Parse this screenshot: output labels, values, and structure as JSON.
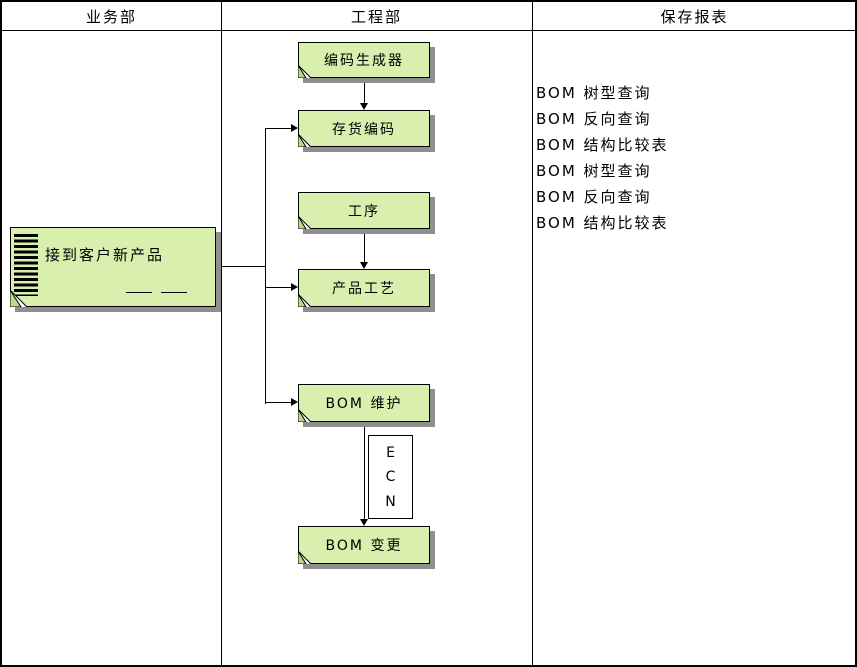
{
  "lanes": {
    "business": {
      "label": "业务部"
    },
    "engineering": {
      "label": "工程部"
    },
    "reports": {
      "label": "保存报表"
    }
  },
  "document": {
    "label": "接到客户新产品"
  },
  "flow": {
    "boxes": [
      {
        "label": "编码生成器"
      },
      {
        "label": "存货编码"
      },
      {
        "label": "工序"
      },
      {
        "label": "产品工艺"
      },
      {
        "label": "BOM 维护"
      },
      {
        "label": "BOM 变更"
      }
    ],
    "ecn": {
      "letters": [
        "E",
        "C",
        "N"
      ]
    }
  },
  "reports_list": [
    "BOM 树型查询",
    "BOM 反向查询",
    "BOM 结构比较表",
    "BOM 树型查询",
    "BOM 反向查询",
    "BOM 结构比较表"
  ],
  "colors": {
    "box_fill": "#d9efae",
    "shadow": "#8f8f8f",
    "border": "#000000"
  }
}
